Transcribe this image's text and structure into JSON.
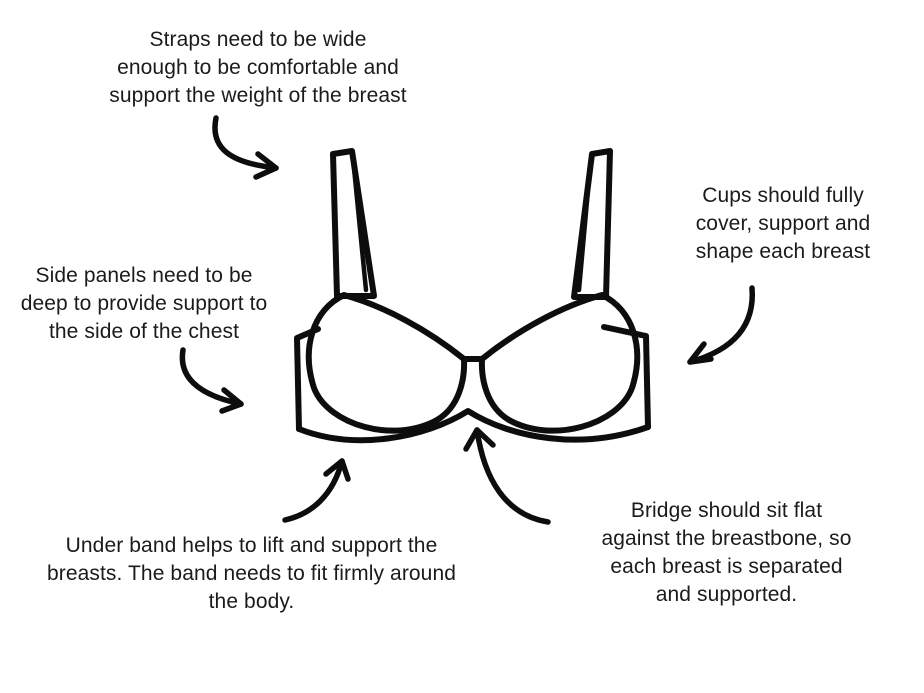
{
  "colors": {
    "background": "#ffffff",
    "text_ink": "#1b1b1b",
    "line_ink": "#0d0d0d"
  },
  "figure": {
    "name": "bra-line-drawing",
    "parts": [
      "left-strap",
      "right-strap",
      "left-cup",
      "right-cup",
      "left-side-panel",
      "right-side-panel",
      "under-band",
      "bridge"
    ]
  },
  "annotations": {
    "straps": {
      "lines": [
        "Straps need to be wide",
        "enough to be comfortable and",
        "support the weight of the breast"
      ]
    },
    "cups": {
      "lines": [
        "Cups should fully",
        "cover, support and",
        "shape each breast"
      ]
    },
    "side_panels": {
      "lines": [
        "Side panels need to be",
        "deep to provide support to",
        "the side of the chest"
      ]
    },
    "under_band": {
      "lines": [
        "Under band helps to lift and support the",
        "breasts. The band needs to fit firmly around",
        "the body."
      ]
    },
    "bridge": {
      "lines": [
        "Bridge should sit flat",
        "against the breastbone, so",
        "each breast is separated",
        "and supported."
      ]
    }
  }
}
